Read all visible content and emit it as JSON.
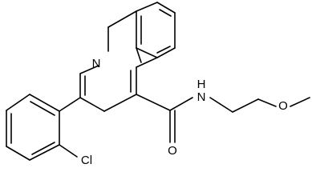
{
  "molecule": {
    "atoms": {
      "n_ring": "N",
      "n_amide": "N",
      "h_amide": "H",
      "o_carbonyl": "O",
      "o_ether": "O",
      "cl": "Cl"
    },
    "colors": {
      "bond": "#000000",
      "label": "#000000",
      "background": "#ffffff"
    }
  }
}
